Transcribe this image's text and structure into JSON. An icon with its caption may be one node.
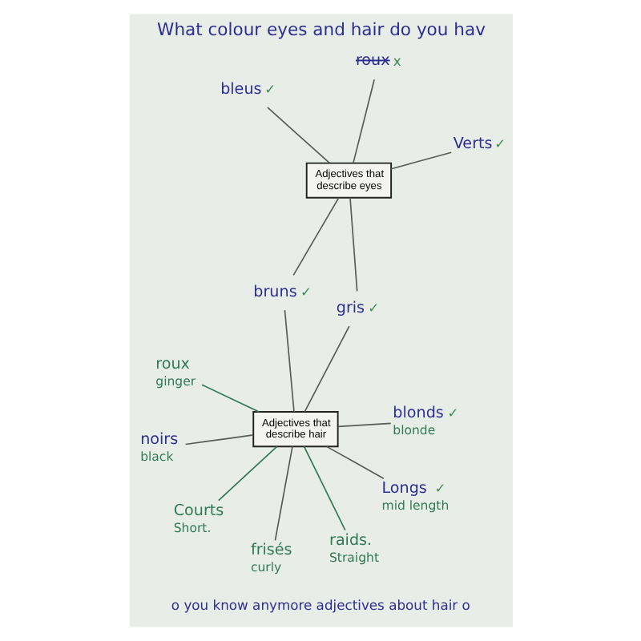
{
  "diagram": {
    "title": "What colour eyes and hair do you hav",
    "nodes": [
      {
        "text": [
          "Adjectives that describe hair"
        ]
      },
      {
        "text": [
          "blonds",
          "blonde"
        ],
        "beside": [
          "✓"
        ]
      },
      {
        "text": [
          "frisés",
          "curly"
        ]
      },
      {
        "text": [
          "bruns"
        ],
        "beside": [
          "✓"
        ]
      },
      {
        "text": [
          "gris"
        ],
        "beside": [
          "✓"
        ]
      },
      {
        "text": [
          "roux",
          "ginger"
        ]
      },
      {
        "text": [
          "noirs",
          "black"
        ]
      },
      {
        "text": [
          "Longs",
          "mid length"
        ],
        "beside": [
          "✓"
        ]
      },
      {
        "text": [
          "Courts",
          "Short."
        ]
      },
      {
        "text": [
          "raids.",
          "Straight"
        ]
      },
      {
        "text": [
          "Adjectives that describe eyes"
        ]
      },
      {
        "text": [
          "bleus"
        ],
        "beside": [
          "✓"
        ]
      },
      {
        "text": [
          "Verts"
        ],
        "beside": [
          "✓"
        ]
      },
      {
        "text": [
          "roux"
        ],
        "beside": [
          "x"
        ]
      }
    ],
    "edges": [
      {
        "from": 0,
        "to": 1,
        "arrow": "none"
      },
      {
        "from": 0,
        "to": 2,
        "arrow": "none"
      },
      {
        "from": 0,
        "to": 3,
        "arrow": "none"
      },
      {
        "from": 0,
        "to": 4,
        "arrow": "none"
      },
      {
        "from": 0,
        "to": 5,
        "arrow": "none",
        "color": "#2f7a55"
      },
      {
        "from": 0,
        "to": 6,
        "arrow": "none"
      },
      {
        "from": 0,
        "to": 7,
        "arrow": "none"
      },
      {
        "from": 0,
        "to": 8,
        "arrow": "none",
        "color": "#2f7a55"
      },
      {
        "from": 0,
        "to": 9,
        "arrow": "none",
        "color": "#2f7a55"
      },
      {
        "from": 10,
        "to": 3,
        "arrow": "none"
      },
      {
        "from": 10,
        "to": 4,
        "arrow": "none"
      },
      {
        "from": 10,
        "to": 11,
        "arrow": "none"
      },
      {
        "from": 10,
        "to": 12,
        "arrow": "none"
      },
      {
        "from": 10,
        "to": 13,
        "arrow": "none"
      }
    ],
    "labels": [
      "o you know anymore adjectives about hair o"
    ]
  }
}
